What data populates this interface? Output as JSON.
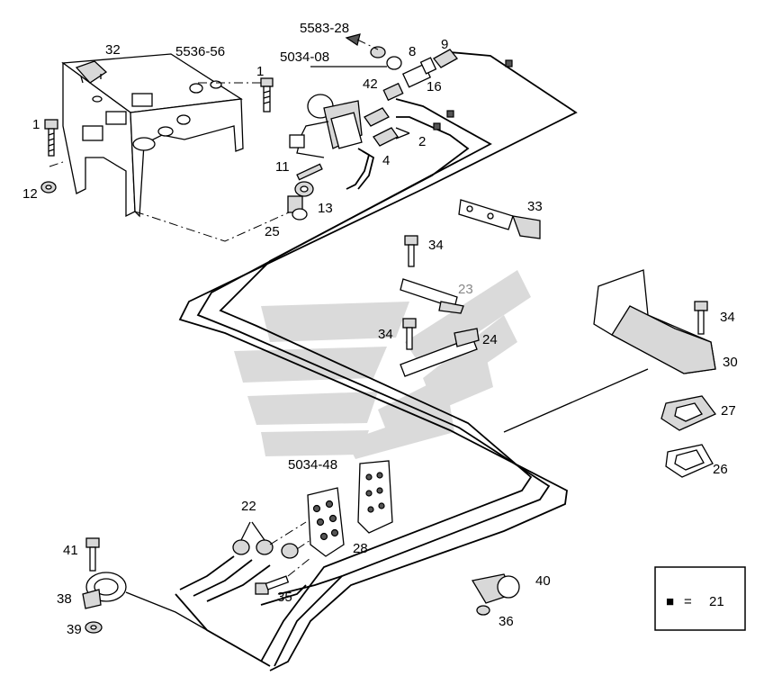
{
  "labels": {
    "l_5583_28": "5583-28",
    "l_5034_08": "5034-08",
    "l_5536_56": "5536-56",
    "l_5034_48": "5034-48",
    "l_32": "32",
    "l_1a": "1",
    "l_1b": "1",
    "l_12": "12",
    "l_8": "8",
    "l_9": "9",
    "l_42": "42",
    "l_16": "16",
    "l_2": "2",
    "l_4": "4",
    "l_11": "11",
    "l_13": "13",
    "l_25": "25",
    "l_33": "33",
    "l_34a": "34",
    "l_23": "23",
    "l_34b": "34",
    "l_24": "24",
    "l_34c": "34",
    "l_30": "30",
    "l_27": "27",
    "l_26": "26",
    "l_22": "22",
    "l_28": "28",
    "l_41": "41",
    "l_35": "35",
    "l_38": "38",
    "l_39": "39",
    "l_40": "40",
    "l_36": "36"
  },
  "legend": {
    "symbol": "■",
    "eq": "=",
    "value": "21"
  }
}
